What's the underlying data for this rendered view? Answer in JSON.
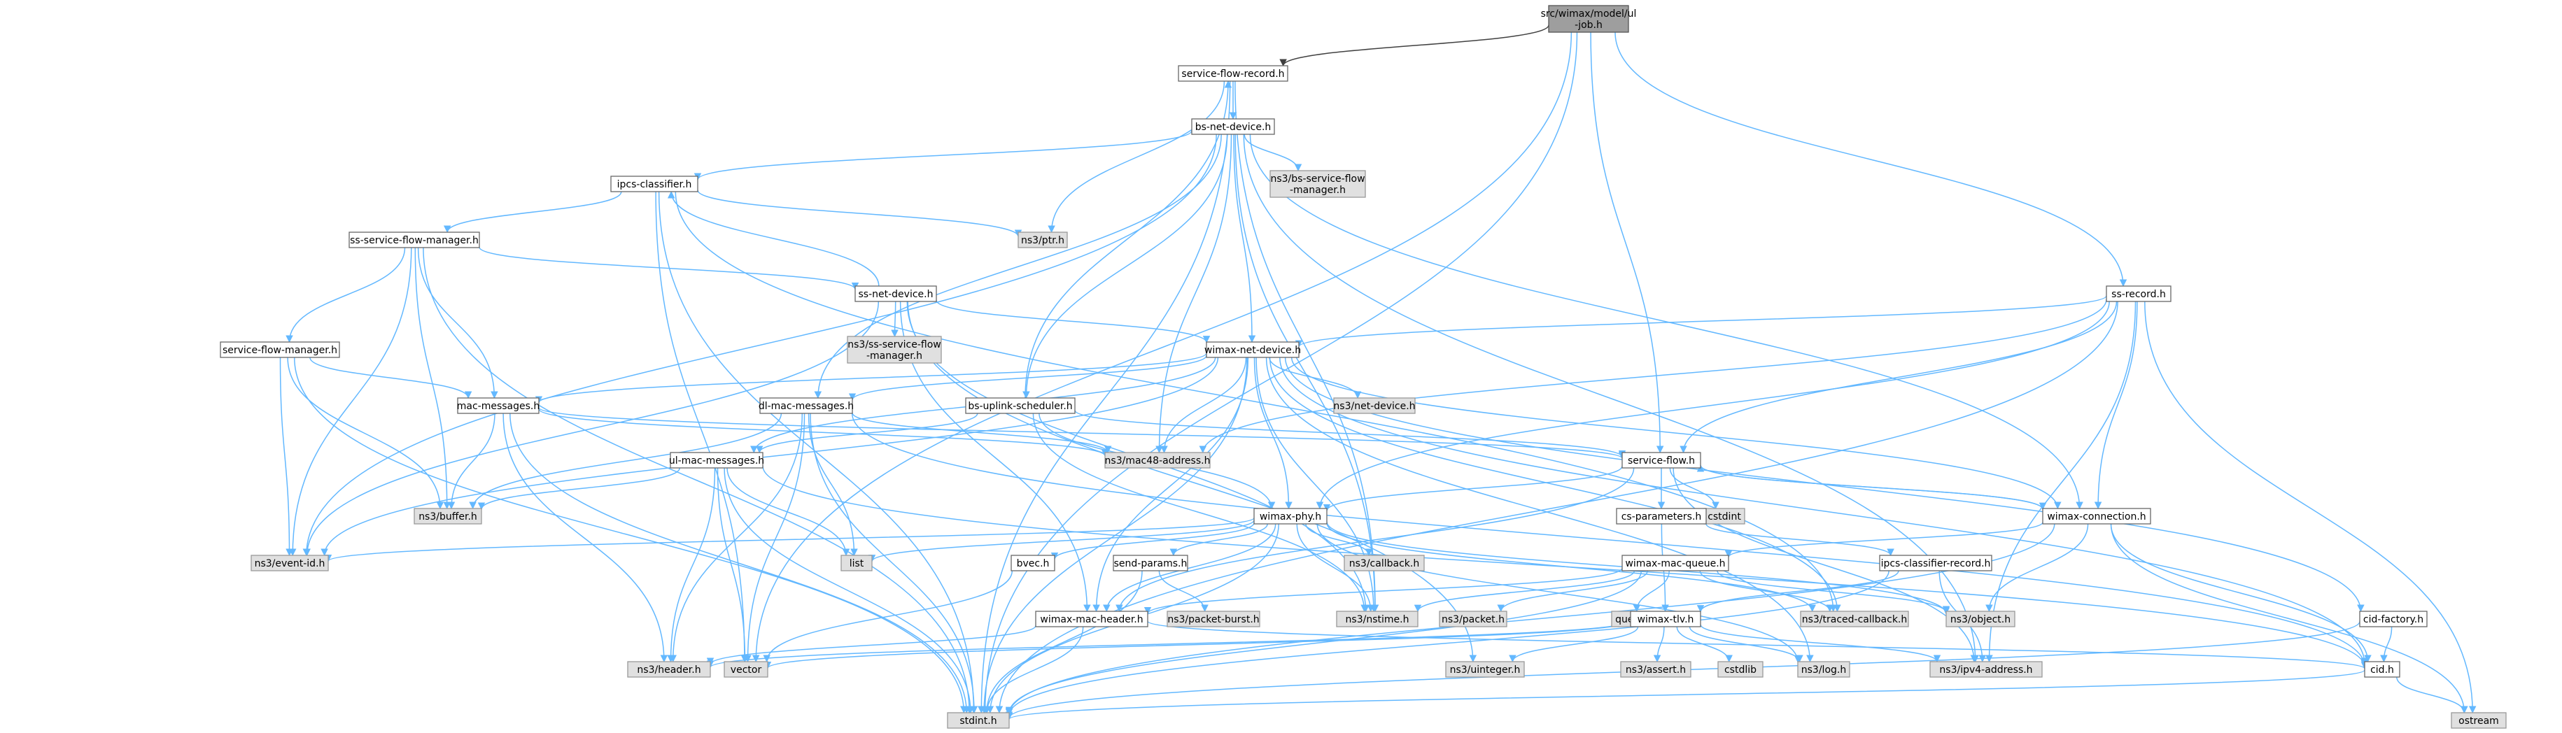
{
  "graph": {
    "title": "src/wimax/model/ul-job.h",
    "colors": {
      "edge": "#63b8ff",
      "edge_dark": "#404040",
      "root_fill": "#9e9e9e",
      "external_fill": "#e0e0e0",
      "local_fill": "#ffffff"
    },
    "nodes": [
      {
        "id": "root",
        "label": [
          "src/wimax/model/ul",
          "-job.h"
        ],
        "kind": "root"
      },
      {
        "id": "sfr",
        "label": [
          "service-flow-record.h"
        ],
        "kind": "local"
      },
      {
        "id": "bsnd",
        "label": [
          "bs-net-device.h"
        ],
        "kind": "local"
      },
      {
        "id": "ipcs",
        "label": [
          "ipcs-classifier.h"
        ],
        "kind": "local"
      },
      {
        "id": "bssfm",
        "label": [
          "ns3/bs-service-flow",
          "-manager.h"
        ],
        "kind": "external"
      },
      {
        "id": "ptr",
        "label": [
          "ns3/ptr.h"
        ],
        "kind": "external"
      },
      {
        "id": "sssfm",
        "label": [
          "ss-service-flow-manager.h"
        ],
        "kind": "local"
      },
      {
        "id": "ssnd",
        "label": [
          "ss-net-device.h"
        ],
        "kind": "local"
      },
      {
        "id": "ns3sssfm",
        "label": [
          "ns3/ss-service-flow",
          "-manager.h"
        ],
        "kind": "external"
      },
      {
        "id": "sfm",
        "label": [
          "service-flow-manager.h"
        ],
        "kind": "local"
      },
      {
        "id": "wnd",
        "label": [
          "wimax-net-device.h"
        ],
        "kind": "local"
      },
      {
        "id": "netdev",
        "label": [
          "ns3/net-device.h"
        ],
        "kind": "external"
      },
      {
        "id": "macm",
        "label": [
          "mac-messages.h"
        ],
        "kind": "local"
      },
      {
        "id": "dlmac",
        "label": [
          "dl-mac-messages.h"
        ],
        "kind": "local"
      },
      {
        "id": "bsup",
        "label": [
          "bs-uplink-scheduler.h"
        ],
        "kind": "local"
      },
      {
        "id": "mac48",
        "label": [
          "ns3/mac48-address.h"
        ],
        "kind": "external"
      },
      {
        "id": "ssrec",
        "label": [
          "ss-record.h"
        ],
        "kind": "local"
      },
      {
        "id": "sf",
        "label": [
          "service-flow.h"
        ],
        "kind": "local"
      },
      {
        "id": "cstdint",
        "label": [
          "cstdint"
        ],
        "kind": "external"
      },
      {
        "id": "ulmac",
        "label": [
          "ul-mac-messages.h"
        ],
        "kind": "local"
      },
      {
        "id": "buffer",
        "label": [
          "ns3/buffer.h"
        ],
        "kind": "external"
      },
      {
        "id": "csparam",
        "label": [
          "cs-parameters.h"
        ],
        "kind": "local"
      },
      {
        "id": "wconn",
        "label": [
          "wimax-connection.h"
        ],
        "kind": "local"
      },
      {
        "id": "wphy",
        "label": [
          "wimax-phy.h"
        ],
        "kind": "local"
      },
      {
        "id": "eventid",
        "label": [
          "ns3/event-id.h"
        ],
        "kind": "external"
      },
      {
        "id": "list",
        "label": [
          "list"
        ],
        "kind": "external"
      },
      {
        "id": "bvec",
        "label": [
          "bvec.h"
        ],
        "kind": "local"
      },
      {
        "id": "sendp",
        "label": [
          "send-params.h"
        ],
        "kind": "local"
      },
      {
        "id": "callback",
        "label": [
          "ns3/callback.h"
        ],
        "kind": "external"
      },
      {
        "id": "wmq",
        "label": [
          "wimax-mac-queue.h"
        ],
        "kind": "local"
      },
      {
        "id": "ipcsrec",
        "label": [
          "ipcs-classifier-record.h"
        ],
        "kind": "local"
      },
      {
        "id": "cidf",
        "label": [
          "cid-factory.h"
        ],
        "kind": "local"
      },
      {
        "id": "pburst",
        "label": [
          "ns3/packet-burst.h"
        ],
        "kind": "external"
      },
      {
        "id": "nstime",
        "label": [
          "ns3/nstime.h"
        ],
        "kind": "external"
      },
      {
        "id": "packet",
        "label": [
          "ns3/packet.h"
        ],
        "kind": "external"
      },
      {
        "id": "traced",
        "label": [
          "ns3/traced-callback.h"
        ],
        "kind": "external"
      },
      {
        "id": "object",
        "label": [
          "ns3/object.h"
        ],
        "kind": "external"
      },
      {
        "id": "queue",
        "label": [
          "queue"
        ],
        "kind": "external"
      },
      {
        "id": "wmh",
        "label": [
          "wimax-mac-header.h"
        ],
        "kind": "local"
      },
      {
        "id": "wtlv",
        "label": [
          "wimax-tlv.h"
        ],
        "kind": "local"
      },
      {
        "id": "header",
        "label": [
          "ns3/header.h"
        ],
        "kind": "external"
      },
      {
        "id": "vector",
        "label": [
          "vector"
        ],
        "kind": "external"
      },
      {
        "id": "uint",
        "label": [
          "ns3/uinteger.h"
        ],
        "kind": "external"
      },
      {
        "id": "assert",
        "label": [
          "ns3/assert.h"
        ],
        "kind": "external"
      },
      {
        "id": "cstdlib",
        "label": [
          "cstdlib"
        ],
        "kind": "external"
      },
      {
        "id": "log",
        "label": [
          "ns3/log.h"
        ],
        "kind": "external"
      },
      {
        "id": "ipv4",
        "label": [
          "ns3/ipv4-address.h"
        ],
        "kind": "external"
      },
      {
        "id": "cid",
        "label": [
          "cid.h"
        ],
        "kind": "local"
      },
      {
        "id": "stdint",
        "label": [
          "stdint.h"
        ],
        "kind": "external"
      },
      {
        "id": "ostream",
        "label": [
          "ostream"
        ],
        "kind": "external"
      }
    ],
    "edges": [
      [
        "root",
        "sfr"
      ],
      [
        "root",
        "sf"
      ],
      [
        "root",
        "ssrec"
      ],
      [
        "root",
        "vector"
      ],
      [
        "root",
        "stdint"
      ],
      [
        "sfr",
        "bsnd"
      ],
      [
        "sfr",
        "ptr"
      ],
      [
        "sfr",
        "nstime"
      ],
      [
        "sfr",
        "stdint"
      ],
      [
        "bsnd",
        "ipcs"
      ],
      [
        "bsnd",
        "bssfm"
      ],
      [
        "bsnd",
        "wnd"
      ],
      [
        "bsnd",
        "dlmac"
      ],
      [
        "bsnd",
        "bsup"
      ],
      [
        "bsnd",
        "mac48"
      ],
      [
        "bsnd",
        "nstime"
      ],
      [
        "bsnd",
        "eventid"
      ],
      [
        "bsnd",
        "wconn"
      ],
      [
        "bsnd",
        "ipv4"
      ],
      [
        "ipcs",
        "sssfm"
      ],
      [
        "ipcs",
        "ptr"
      ],
      [
        "ipcs",
        "traced"
      ],
      [
        "ipcs",
        "vector"
      ],
      [
        "ipcs",
        "stdint"
      ],
      [
        "sssfm",
        "ssnd"
      ],
      [
        "sssfm",
        "sfm"
      ],
      [
        "sssfm",
        "macm"
      ],
      [
        "sssfm",
        "buffer"
      ],
      [
        "sssfm",
        "eventid"
      ],
      [
        "sssfm",
        "stdint"
      ],
      [
        "ssnd",
        "ipcs"
      ],
      [
        "ssnd",
        "ns3sssfm"
      ],
      [
        "ssnd",
        "wnd"
      ],
      [
        "ssnd",
        "wmh"
      ],
      [
        "ssnd",
        "eventid"
      ],
      [
        "ssnd",
        "uint"
      ],
      [
        "ssnd",
        "nstime"
      ],
      [
        "sfm",
        "macm"
      ],
      [
        "sfm",
        "buffer"
      ],
      [
        "sfm",
        "eventid"
      ],
      [
        "sfm",
        "stdint"
      ],
      [
        "wnd",
        "macm"
      ],
      [
        "wnd",
        "dlmac"
      ],
      [
        "wnd",
        "ulmac"
      ],
      [
        "wnd",
        "netdev"
      ],
      [
        "wnd",
        "mac48"
      ],
      [
        "wnd",
        "wphy"
      ],
      [
        "wnd",
        "wconn"
      ],
      [
        "wnd",
        "wmh"
      ],
      [
        "wnd",
        "eventid"
      ],
      [
        "wnd",
        "nstime"
      ],
      [
        "wnd",
        "traced"
      ],
      [
        "wnd",
        "log"
      ],
      [
        "wnd",
        "cid"
      ],
      [
        "wnd",
        "stdint"
      ],
      [
        "wnd",
        "cidf"
      ],
      [
        "macm",
        "mac48"
      ],
      [
        "macm",
        "buffer"
      ],
      [
        "macm",
        "header"
      ],
      [
        "macm",
        "sf"
      ],
      [
        "macm",
        "stdint"
      ],
      [
        "dlmac",
        "mac48"
      ],
      [
        "dlmac",
        "buffer"
      ],
      [
        "dlmac",
        "header"
      ],
      [
        "dlmac",
        "list"
      ],
      [
        "dlmac",
        "vector"
      ],
      [
        "dlmac",
        "stdint"
      ],
      [
        "dlmac",
        "cid"
      ],
      [
        "bsup",
        "sfr"
      ],
      [
        "bsup",
        "ulmac"
      ],
      [
        "bsup",
        "wphy"
      ],
      [
        "bsup",
        "sf"
      ],
      [
        "bsup",
        "nstime"
      ],
      [
        "ssrec",
        "wnd"
      ],
      [
        "ssrec",
        "sf"
      ],
      [
        "ssrec",
        "wconn"
      ],
      [
        "ssrec",
        "wphy"
      ],
      [
        "ssrec",
        "mac48"
      ],
      [
        "ssrec",
        "ipv4"
      ],
      [
        "ssrec",
        "stdint"
      ],
      [
        "ssrec",
        "ostream"
      ],
      [
        "sf",
        "cstdint"
      ],
      [
        "sf",
        "csparam"
      ],
      [
        "sf",
        "wconn"
      ],
      [
        "sf",
        "wphy"
      ],
      [
        "sf",
        "wmh"
      ],
      [
        "sf",
        "ipv4"
      ],
      [
        "ulmac",
        "buffer"
      ],
      [
        "ulmac",
        "header"
      ],
      [
        "ulmac",
        "list"
      ],
      [
        "ulmac",
        "vector"
      ],
      [
        "ulmac",
        "stdint"
      ],
      [
        "ulmac",
        "cid"
      ],
      [
        "csparam",
        "ipcsrec"
      ],
      [
        "csparam",
        "wtlv"
      ],
      [
        "wconn",
        "sf"
      ],
      [
        "wconn",
        "wmq"
      ],
      [
        "wconn",
        "cid"
      ],
      [
        "wconn",
        "object"
      ],
      [
        "wconn",
        "stdint"
      ],
      [
        "wconn",
        "ostream"
      ],
      [
        "wphy",
        "bvec"
      ],
      [
        "wphy",
        "sendp"
      ],
      [
        "wphy",
        "callback"
      ],
      [
        "wphy",
        "list"
      ],
      [
        "wphy",
        "eventid"
      ],
      [
        "wphy",
        "nstime"
      ],
      [
        "wphy",
        "traced"
      ],
      [
        "wphy",
        "object"
      ],
      [
        "wphy",
        "wmh"
      ],
      [
        "wphy",
        "stdint"
      ],
      [
        "wphy",
        "log"
      ],
      [
        "bvec",
        "vector"
      ],
      [
        "sendp",
        "pburst"
      ],
      [
        "sendp",
        "stdint"
      ],
      [
        "wmq",
        "wmh"
      ],
      [
        "wmq",
        "nstime"
      ],
      [
        "wmq",
        "packet"
      ],
      [
        "wmq",
        "traced"
      ],
      [
        "wmq",
        "object"
      ],
      [
        "wmq",
        "queue"
      ],
      [
        "wmq",
        "stdint"
      ],
      [
        "ipcsrec",
        "wtlv"
      ],
      [
        "ipcsrec",
        "ipv4"
      ],
      [
        "ipcsrec",
        "stdint"
      ],
      [
        "cidf",
        "cid"
      ],
      [
        "cidf",
        "stdint"
      ],
      [
        "wmh",
        "header"
      ],
      [
        "wmh",
        "cid"
      ],
      [
        "wmh",
        "stdint"
      ],
      [
        "wtlv",
        "header"
      ],
      [
        "wtlv",
        "vector"
      ],
      [
        "wtlv",
        "uint"
      ],
      [
        "wtlv",
        "assert"
      ],
      [
        "wtlv",
        "cstdlib"
      ],
      [
        "wtlv",
        "log"
      ],
      [
        "wtlv",
        "ipv4"
      ],
      [
        "cid",
        "stdint"
      ],
      [
        "cid",
        "ostream"
      ]
    ]
  }
}
